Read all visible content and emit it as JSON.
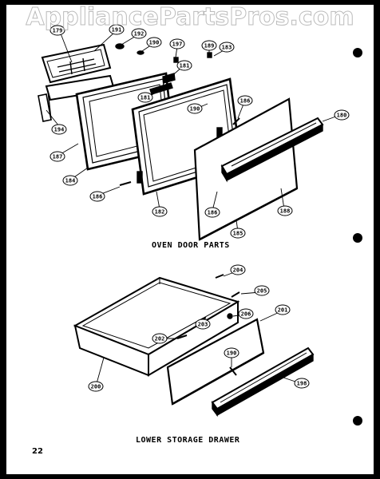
{
  "watermark": "AppliancePartsPros.com",
  "page_number": "22",
  "sections": {
    "oven_door": {
      "title": "OVEN DOOR PARTS"
    },
    "storage_drawer": {
      "title": "LOWER STORAGE DRAWER"
    }
  },
  "callouts": {
    "c179": "179",
    "c191": "191",
    "c192": "192",
    "c190a": "190",
    "c197": "197",
    "c181a": "181",
    "c189": "189",
    "c183": "183",
    "c194": "194",
    "c181b": "181",
    "c190b": "190",
    "c186a": "186",
    "c180": "180",
    "c187": "187",
    "c184": "184",
    "c186b": "186",
    "c182": "182",
    "c186c": "186",
    "c188": "188",
    "c185": "185",
    "c204": "204",
    "c205": "205",
    "c206": "206",
    "c201": "201",
    "c203": "203",
    "c202": "202",
    "c190c": "190",
    "c200": "200",
    "c198": "198"
  },
  "colors": {
    "ink": "#000000",
    "paper": "#ffffff"
  }
}
